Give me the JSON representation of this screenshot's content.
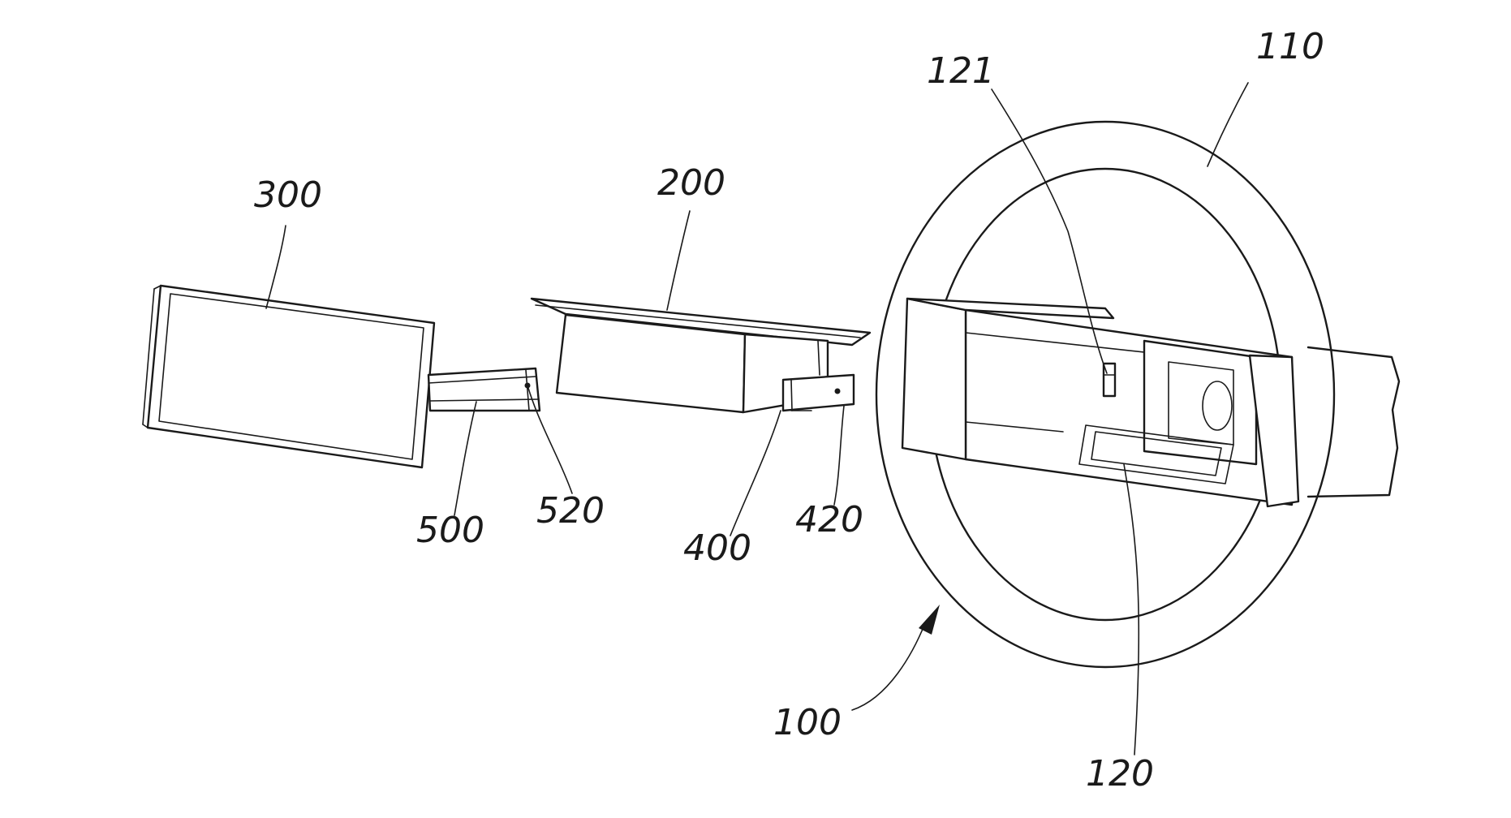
{
  "figure": {
    "reference_numerals": {
      "steering_wheel_assembly": "100",
      "rim": "110",
      "hub": "120",
      "hub_opening": "121",
      "housing": "200",
      "display": "300",
      "housing_bracket": "400",
      "housing_bracket_hole": "420",
      "display_bracket": "500",
      "display_bracket_hole": "520"
    }
  }
}
